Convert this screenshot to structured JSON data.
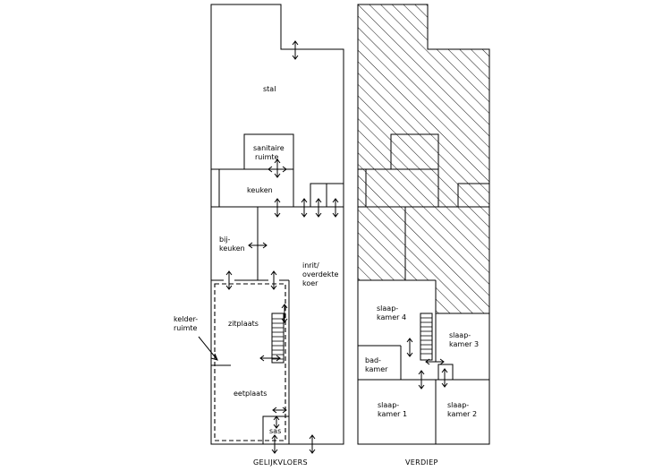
{
  "ground_floor": {
    "caption": "GELIJKVLOERS",
    "rooms": {
      "stal": "stal",
      "sanitaire_1": "sanitaire",
      "sanitaire_2": "ruimte",
      "keuken": "keuken",
      "bijkeuken_1": "bij-",
      "bijkeuken_2": "keuken",
      "inrit_1": "inrit/",
      "inrit_2": "overdekte",
      "inrit_3": "koer",
      "kelder_1": "kelder-",
      "kelder_2": "ruimte",
      "zitplaats": "zitplaats",
      "eetplaats": "eetplaats",
      "sas": "sas"
    }
  },
  "upper_floor": {
    "caption": "VERDIEP",
    "rooms": {
      "slaapkamer4_1": "slaap-",
      "slaapkamer4_2": "kamer 4",
      "slaapkamer3_1": "slaap-",
      "slaapkamer3_2": "kamer 3",
      "badkamer_1": "bad-",
      "badkamer_2": "kamer",
      "slaapkamer1_1": "slaap-",
      "slaapkamer1_2": "kamer 1",
      "slaapkamer2_1": "slaap-",
      "slaapkamer2_2": "kamer 2"
    }
  }
}
